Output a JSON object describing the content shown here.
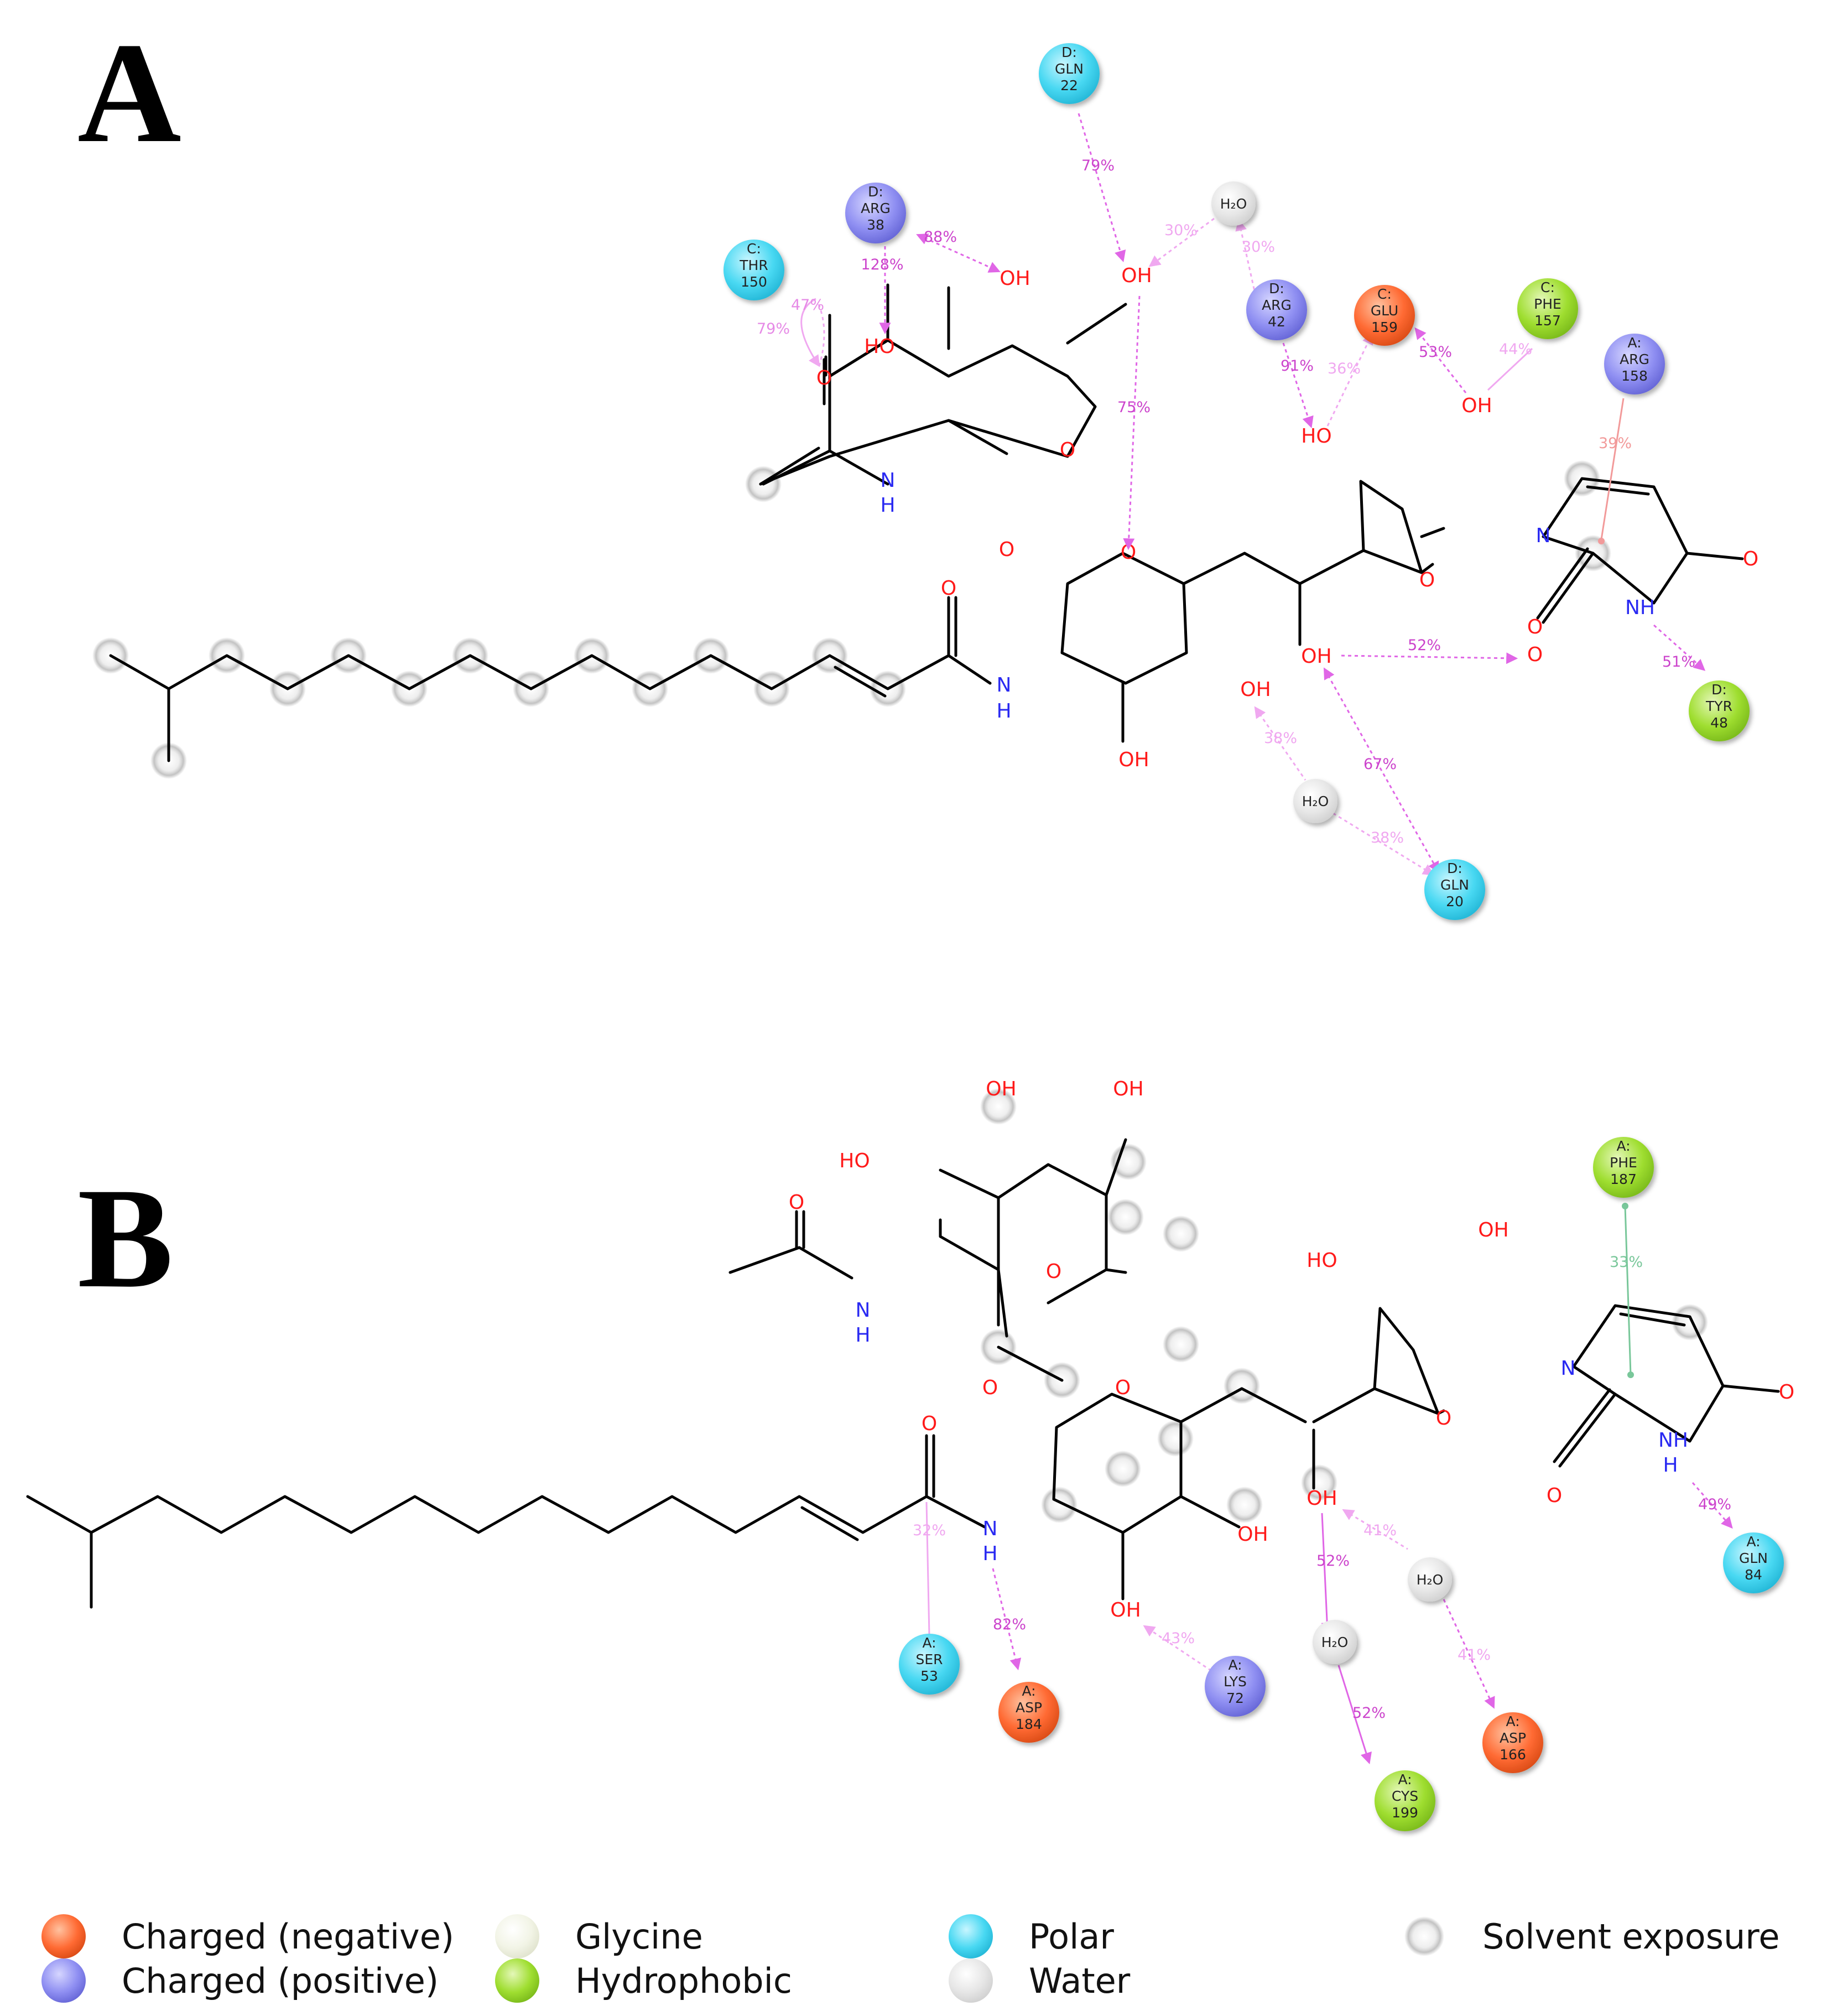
{
  "colors": {
    "negative": "#ff6a33",
    "positive": "#8f8ff2",
    "glycine": "#f2f4e6",
    "hydrophobic": "#9fde30",
    "polar": "#48d8f2",
    "water": "#e6e6e6",
    "hbond": "#e066e6",
    "pistack": "#79c79a",
    "oxygen": "#ff1a1a",
    "nitrogen": "#2a2af2",
    "bond": "#000000"
  },
  "panels": [
    {
      "label": "A",
      "residues": [
        {
          "chain": "D:",
          "name": "GLN",
          "num": "22",
          "type": "polar"
        },
        {
          "chain": "D:",
          "name": "ARG",
          "num": "38",
          "type": "positive"
        },
        {
          "chain": "C:",
          "name": "THR",
          "num": "150",
          "type": "polar"
        },
        {
          "chain": "D:",
          "name": "ARG",
          "num": "42",
          "type": "positive"
        },
        {
          "chain": "C:",
          "name": "GLU",
          "num": "159",
          "type": "negative"
        },
        {
          "chain": "C:",
          "name": "PHE",
          "num": "157",
          "type": "hydrophobic"
        },
        {
          "chain": "A:",
          "name": "ARG",
          "num": "158",
          "type": "positive"
        },
        {
          "chain": "D:",
          "name": "TYR",
          "num": "48",
          "type": "hydrophobic"
        },
        {
          "chain": "D:",
          "name": "GLN",
          "num": "20",
          "type": "polar"
        }
      ],
      "waters": [
        "H₂O",
        "H₂O"
      ],
      "percents": [
        "79%",
        "88%",
        "128%",
        "47%",
        "79%",
        "30%",
        "30%",
        "75%",
        "91%",
        "36%",
        "53%",
        "44%",
        "39%",
        "52%",
        "51%",
        "38%",
        "67%",
        "38%"
      ]
    },
    {
      "label": "B",
      "residues": [
        {
          "chain": "A:",
          "name": "PHE",
          "num": "187",
          "type": "hydrophobic"
        },
        {
          "chain": "A:",
          "name": "GLN",
          "num": "84",
          "type": "polar"
        },
        {
          "chain": "A:",
          "name": "SER",
          "num": "53",
          "type": "polar"
        },
        {
          "chain": "A:",
          "name": "ASP",
          "num": "184",
          "type": "negative"
        },
        {
          "chain": "A:",
          "name": "LYS",
          "num": "72",
          "type": "positive"
        },
        {
          "chain": "A:",
          "name": "CYS",
          "num": "199",
          "type": "hydrophobic"
        },
        {
          "chain": "A:",
          "name": "ASP",
          "num": "166",
          "type": "negative"
        }
      ],
      "waters": [
        "H₂O",
        "H₂O"
      ],
      "percents": [
        "33%",
        "49%",
        "32%",
        "82%",
        "43%",
        "52%",
        "52%",
        "41%",
        "41%"
      ]
    }
  ],
  "atom_labels": {
    "oh": "OH",
    "ho": "HO",
    "o": "O",
    "n": "N",
    "nh": "NH",
    "h": "H"
  },
  "legend": [
    {
      "label": "Charged (negative)",
      "type": "negative"
    },
    {
      "label": "Charged (positive)",
      "type": "positive"
    },
    {
      "label": "Glycine",
      "type": "glycine"
    },
    {
      "label": "Hydrophobic",
      "type": "hydrophobic"
    },
    {
      "label": "Polar",
      "type": "polar"
    },
    {
      "label": "Water",
      "type": "water"
    },
    {
      "label": "Solvent exposure",
      "type": "solvent"
    }
  ]
}
